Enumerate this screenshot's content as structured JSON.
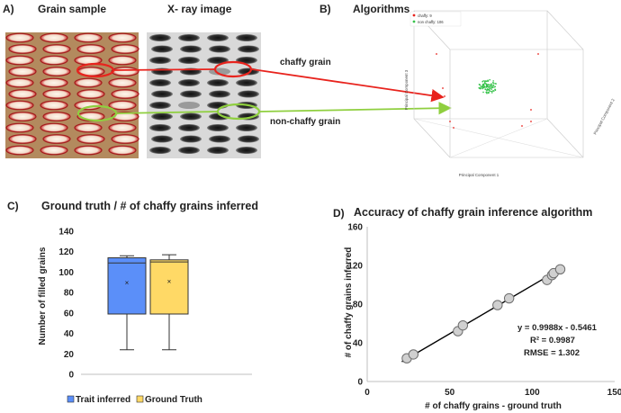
{
  "panel_a": {
    "letter": "A)",
    "grain_sample_title": "Grain sample",
    "xray_title": "X- ray image",
    "chaffy_label": "chaffy grain",
    "nonchaffy_label": "non-chaffy grain",
    "colors": {
      "chaffy": "#e8231d",
      "nonchaffy": "#8fcf3f"
    }
  },
  "panel_b": {
    "letter": "B)",
    "title": "Algorithms",
    "legend": [
      "chaffy: 9",
      "non chaffy: 106"
    ],
    "axis_labels": {
      "pc1": "Principal Component 1",
      "pc2": "Principal Component 2",
      "pc3": "Principal Component 3"
    }
  },
  "panel_c": {
    "letter": "C)",
    "title": "Ground truth / # of chaffy grains inferred",
    "ylabel": "Number of filled grains",
    "legend": [
      "Trait inferred",
      "Ground Truth"
    ]
  },
  "panel_d": {
    "letter": "D)",
    "title": "Accuracy of chaffy grain inference algorithm",
    "xlabel": "# of chaffy grains - ground truth",
    "ylabel": "# of chaffy grains inferred",
    "equation": "y = 0.9988x - 0.5461",
    "r2": "R² = 0.9987",
    "rmse": "RMSE = 1.302"
  },
  "chart_data": [
    {
      "type": "box",
      "ylim": [
        0,
        140
      ],
      "yticks": [
        0,
        20,
        40,
        60,
        80,
        100,
        120,
        140
      ],
      "series": [
        {
          "name": "Trait inferred",
          "color": "#5b8ff9",
          "min": 24,
          "q1": 59,
          "median": 109,
          "q3": 114,
          "max": 116,
          "mean": 90
        },
        {
          "name": "Ground Truth",
          "color": "#ffd966",
          "min": 24,
          "q1": 59,
          "median": 110,
          "q3": 112,
          "max": 117,
          "mean": 91
        }
      ]
    },
    {
      "type": "scatter",
      "xlim": [
        0,
        150
      ],
      "ylim": [
        0,
        160
      ],
      "xticks": [
        0,
        50,
        100,
        150
      ],
      "yticks": [
        0,
        40,
        80,
        120,
        160
      ],
      "x": [
        24,
        28,
        55,
        58,
        79,
        86,
        109,
        112,
        113,
        117
      ],
      "y": [
        24,
        28,
        52,
        58,
        79,
        86,
        105,
        110,
        112,
        116
      ],
      "trendline": {
        "slope": 0.9988,
        "intercept": -0.5461,
        "x_range": [
          24,
          117
        ]
      }
    }
  ]
}
